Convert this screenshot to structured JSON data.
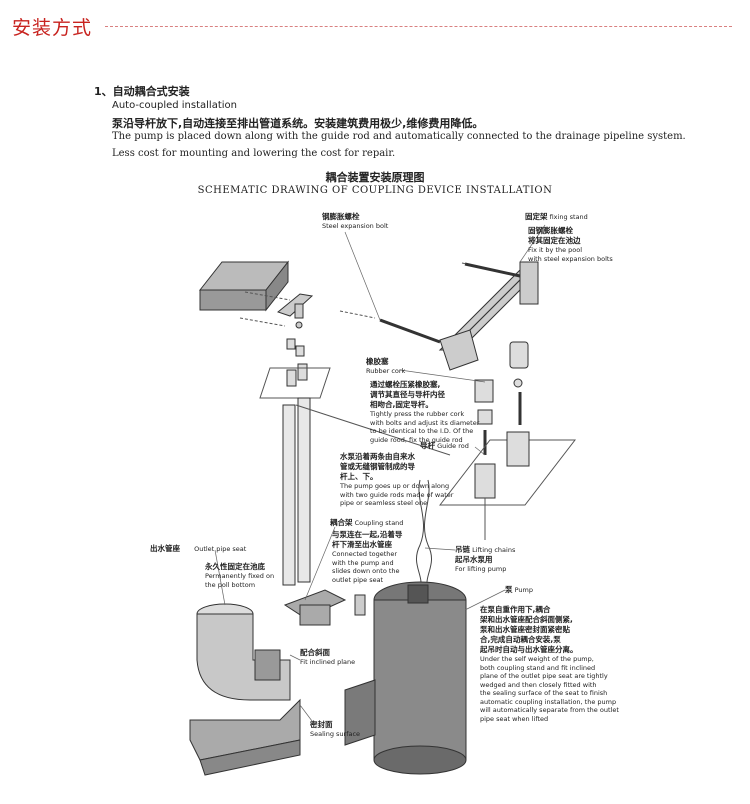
{
  "header": {
    "title": "安装方式"
  },
  "section": {
    "title": "1、自动耦合式安装",
    "subtitle": "Auto-coupled installation",
    "desc_cn": "泵沿导杆放下,自动连接至排出管道系统。安装建筑费用极少,维修费用降低。",
    "desc_en_1": "The pump is placed down along with the guide rod and automatically connected to the drainage pipeline system.",
    "desc_en_2": "Less cost for mounting and lowering the cost for repair."
  },
  "diagram": {
    "title_cn": "耦合装置安装原理图",
    "title_en": "SCHEMATIC DRAWING OF COUPLING DEVICE INSTALLATION",
    "labels": {
      "steel_bolt_cn": "钢膨胀螺栓",
      "steel_bolt_en": "Steel expansion bolt",
      "fixing_stand_cn": "固定架",
      "fixing_stand_en": "fixing stand",
      "fix_pool_cn_1": "固钢膨胀螺栓",
      "fix_pool_cn_2": "将其固定在池边",
      "fix_pool_en_1": "Fix it by the pool",
      "fix_pool_en_2": "with steel expansion bolts",
      "rubber_cn": "橡胶塞",
      "rubber_en": "Rubber cork",
      "rubber_desc_cn_1": "通过螺栓压紧橡胶塞,",
      "rubber_desc_cn_2": "调节其直径与导杆内径",
      "rubber_desc_cn_3": "相吻合,固定导杆。",
      "rubber_desc_en_1": "Tightly press the rubber cork",
      "rubber_desc_en_2": "with bolts and adjust its diameter",
      "rubber_desc_en_3": "to be identical to the I.D. Of the",
      "rubber_desc_en_4": "guide rood, fix the guide rod",
      "guide_cn": "导杆",
      "guide_en": "Guide rod",
      "guide_desc_cn_1": "水泵沿着两条由自来水",
      "guide_desc_cn_2": "管或无缝钢管制成的导",
      "guide_desc_cn_3": "杆上、下。",
      "guide_desc_en_1": "The pump goes up or down along",
      "guide_desc_en_2": "with two guide rods made of water",
      "guide_desc_en_3": "pipe or seamless steel one",
      "coupling_cn": "耦合架",
      "coupling_en": "Coupling stand",
      "coupling_desc_cn_1": "与泵连在一起,沿着导",
      "coupling_desc_cn_2": "杆下滑至出水管座",
      "coupling_desc_en_1": "Connected together",
      "coupling_desc_en_2": "with the pump and",
      "coupling_desc_en_3": "slides down onto the",
      "coupling_desc_en_4": "outlet pipe seat",
      "outlet_cn": "出水管座",
      "outlet_en": "Outlet pipe seat",
      "permanent_cn": "永久性固定在池底",
      "permanent_en_1": "Permanently fixed on",
      "permanent_en_2": "the poll bottom",
      "chain_cn_1": "吊链",
      "chain_cn_2": "起吊水泵用",
      "chain_en_1": "Lifting chains",
      "chain_en_2": "For lifting pump",
      "pump_cn": "泵",
      "pump_en": "Pump",
      "pump_desc_cn_1": "在泵自重作用下,耦合",
      "pump_desc_cn_2": "架和出水管座配合斜面侧紧,",
      "pump_desc_cn_3": "泵和出水管座密封面紧密贴",
      "pump_desc_cn_4": "合,完成自动耦合安装,泵",
      "pump_desc_cn_5": "起吊时自动与出水管座分离。",
      "pump_desc_en_1": "Under the self weight of the pump,",
      "pump_desc_en_2": "both coupling stand and fit inclined",
      "pump_desc_en_3": "plane of the outlet pipe seat are tightly",
      "pump_desc_en_4": "wedged and then closely fitted with",
      "pump_desc_en_5": "the sealing surface of the seat to finish",
      "pump_desc_en_6": "automatic coupling installation, the pump",
      "pump_desc_en_7": "will automatically separate from the outlet",
      "pump_desc_en_8": "pipe seat when lifted",
      "incline_cn": "配合斜面",
      "incline_en": "Fit inclined plane",
      "seal_cn": "密封面",
      "seal_en": "Sealing surface"
    }
  }
}
